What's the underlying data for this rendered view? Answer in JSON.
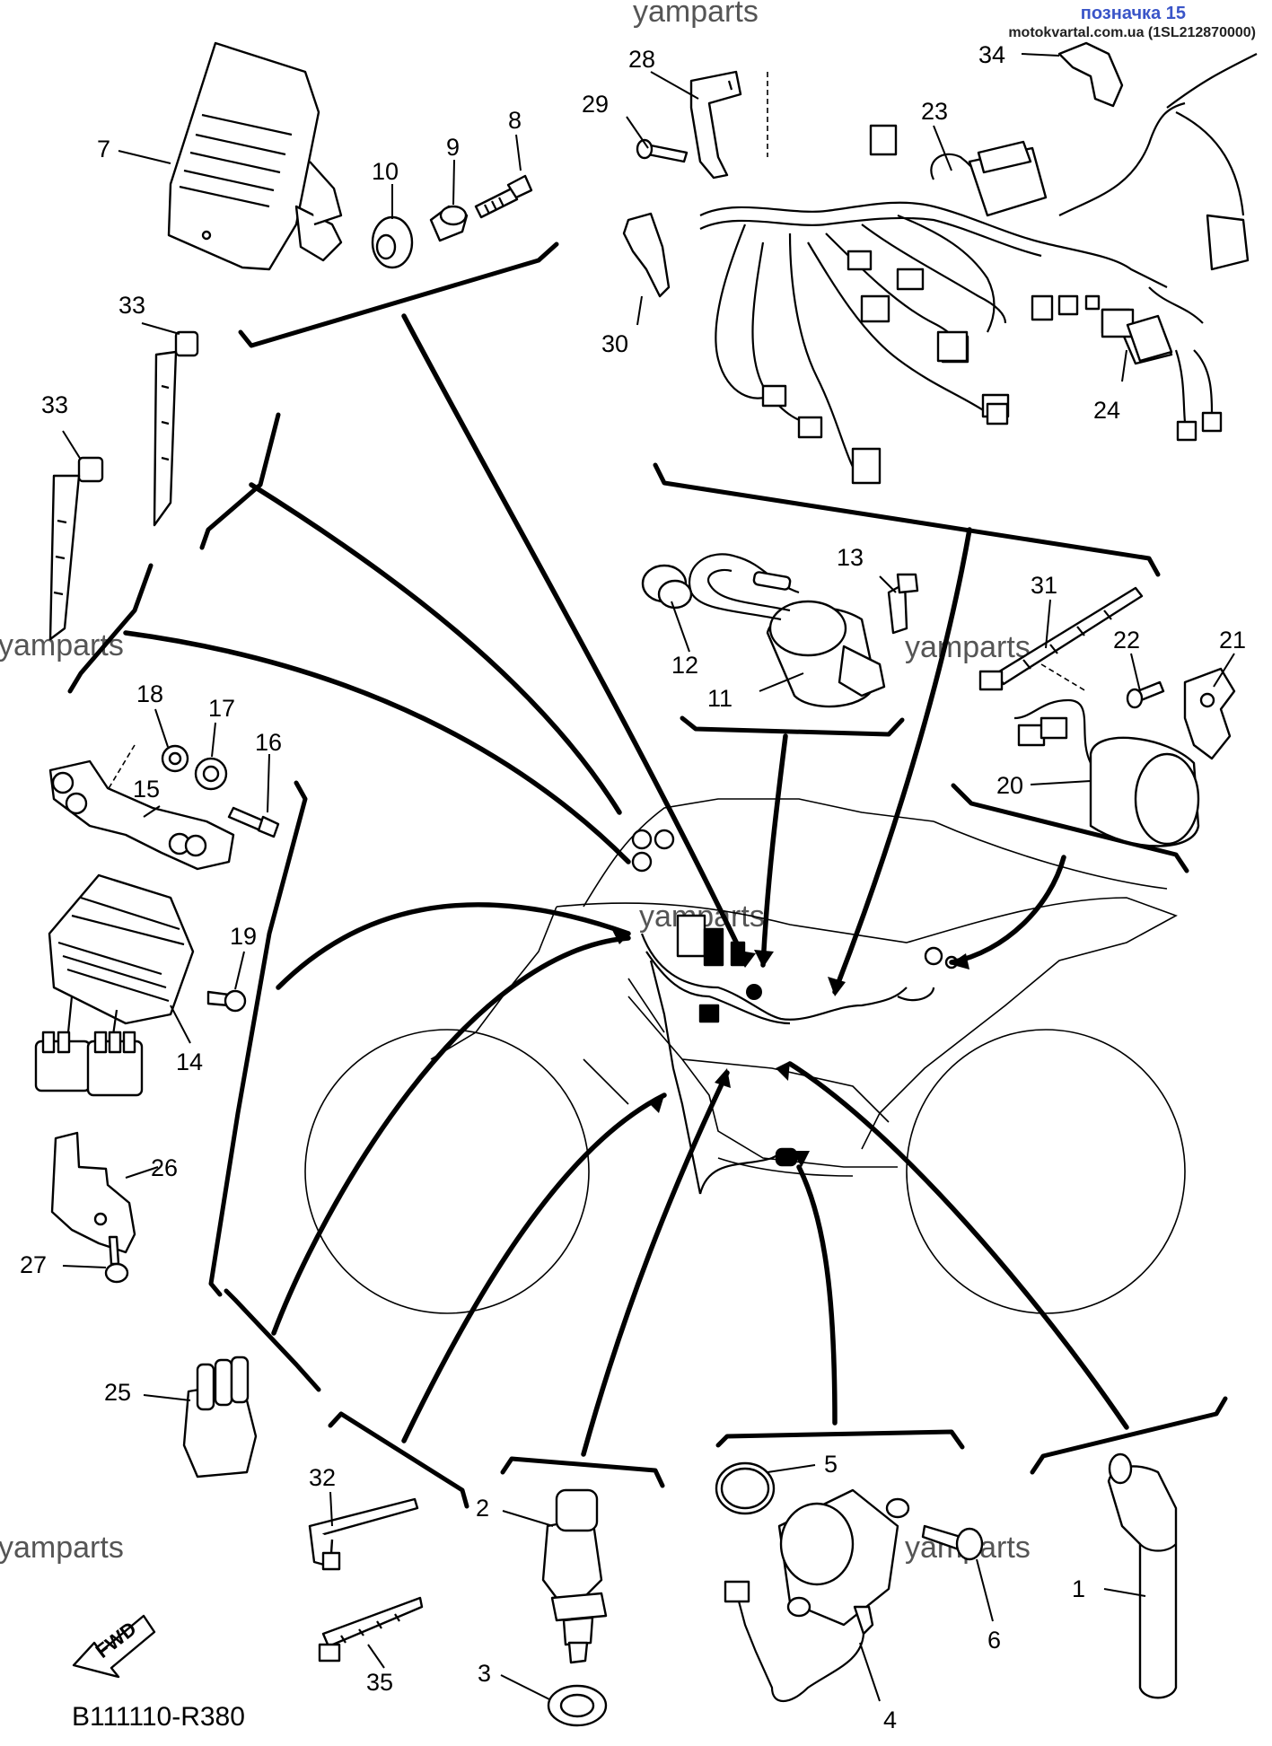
{
  "header": {
    "title": "позначка 15",
    "site": "motokvartal.com.ua (1SL212870000)"
  },
  "watermark": "yamparts",
  "diagram_code": "B111110-R380",
  "fwd_label": "FWD",
  "callouts": [
    "1",
    "2",
    "3",
    "4",
    "5",
    "6",
    "7",
    "8",
    "9",
    "10",
    "11",
    "12",
    "13",
    "14",
    "15",
    "16",
    "17",
    "18",
    "19",
    "20",
    "21",
    "22",
    "23",
    "24",
    "25",
    "26",
    "27",
    "28",
    "29",
    "30",
    "31",
    "32",
    "33",
    "34",
    "35"
  ],
  "colors": {
    "ink": "#000000",
    "header_title": "#3a55c8",
    "watermark": "#555555"
  }
}
